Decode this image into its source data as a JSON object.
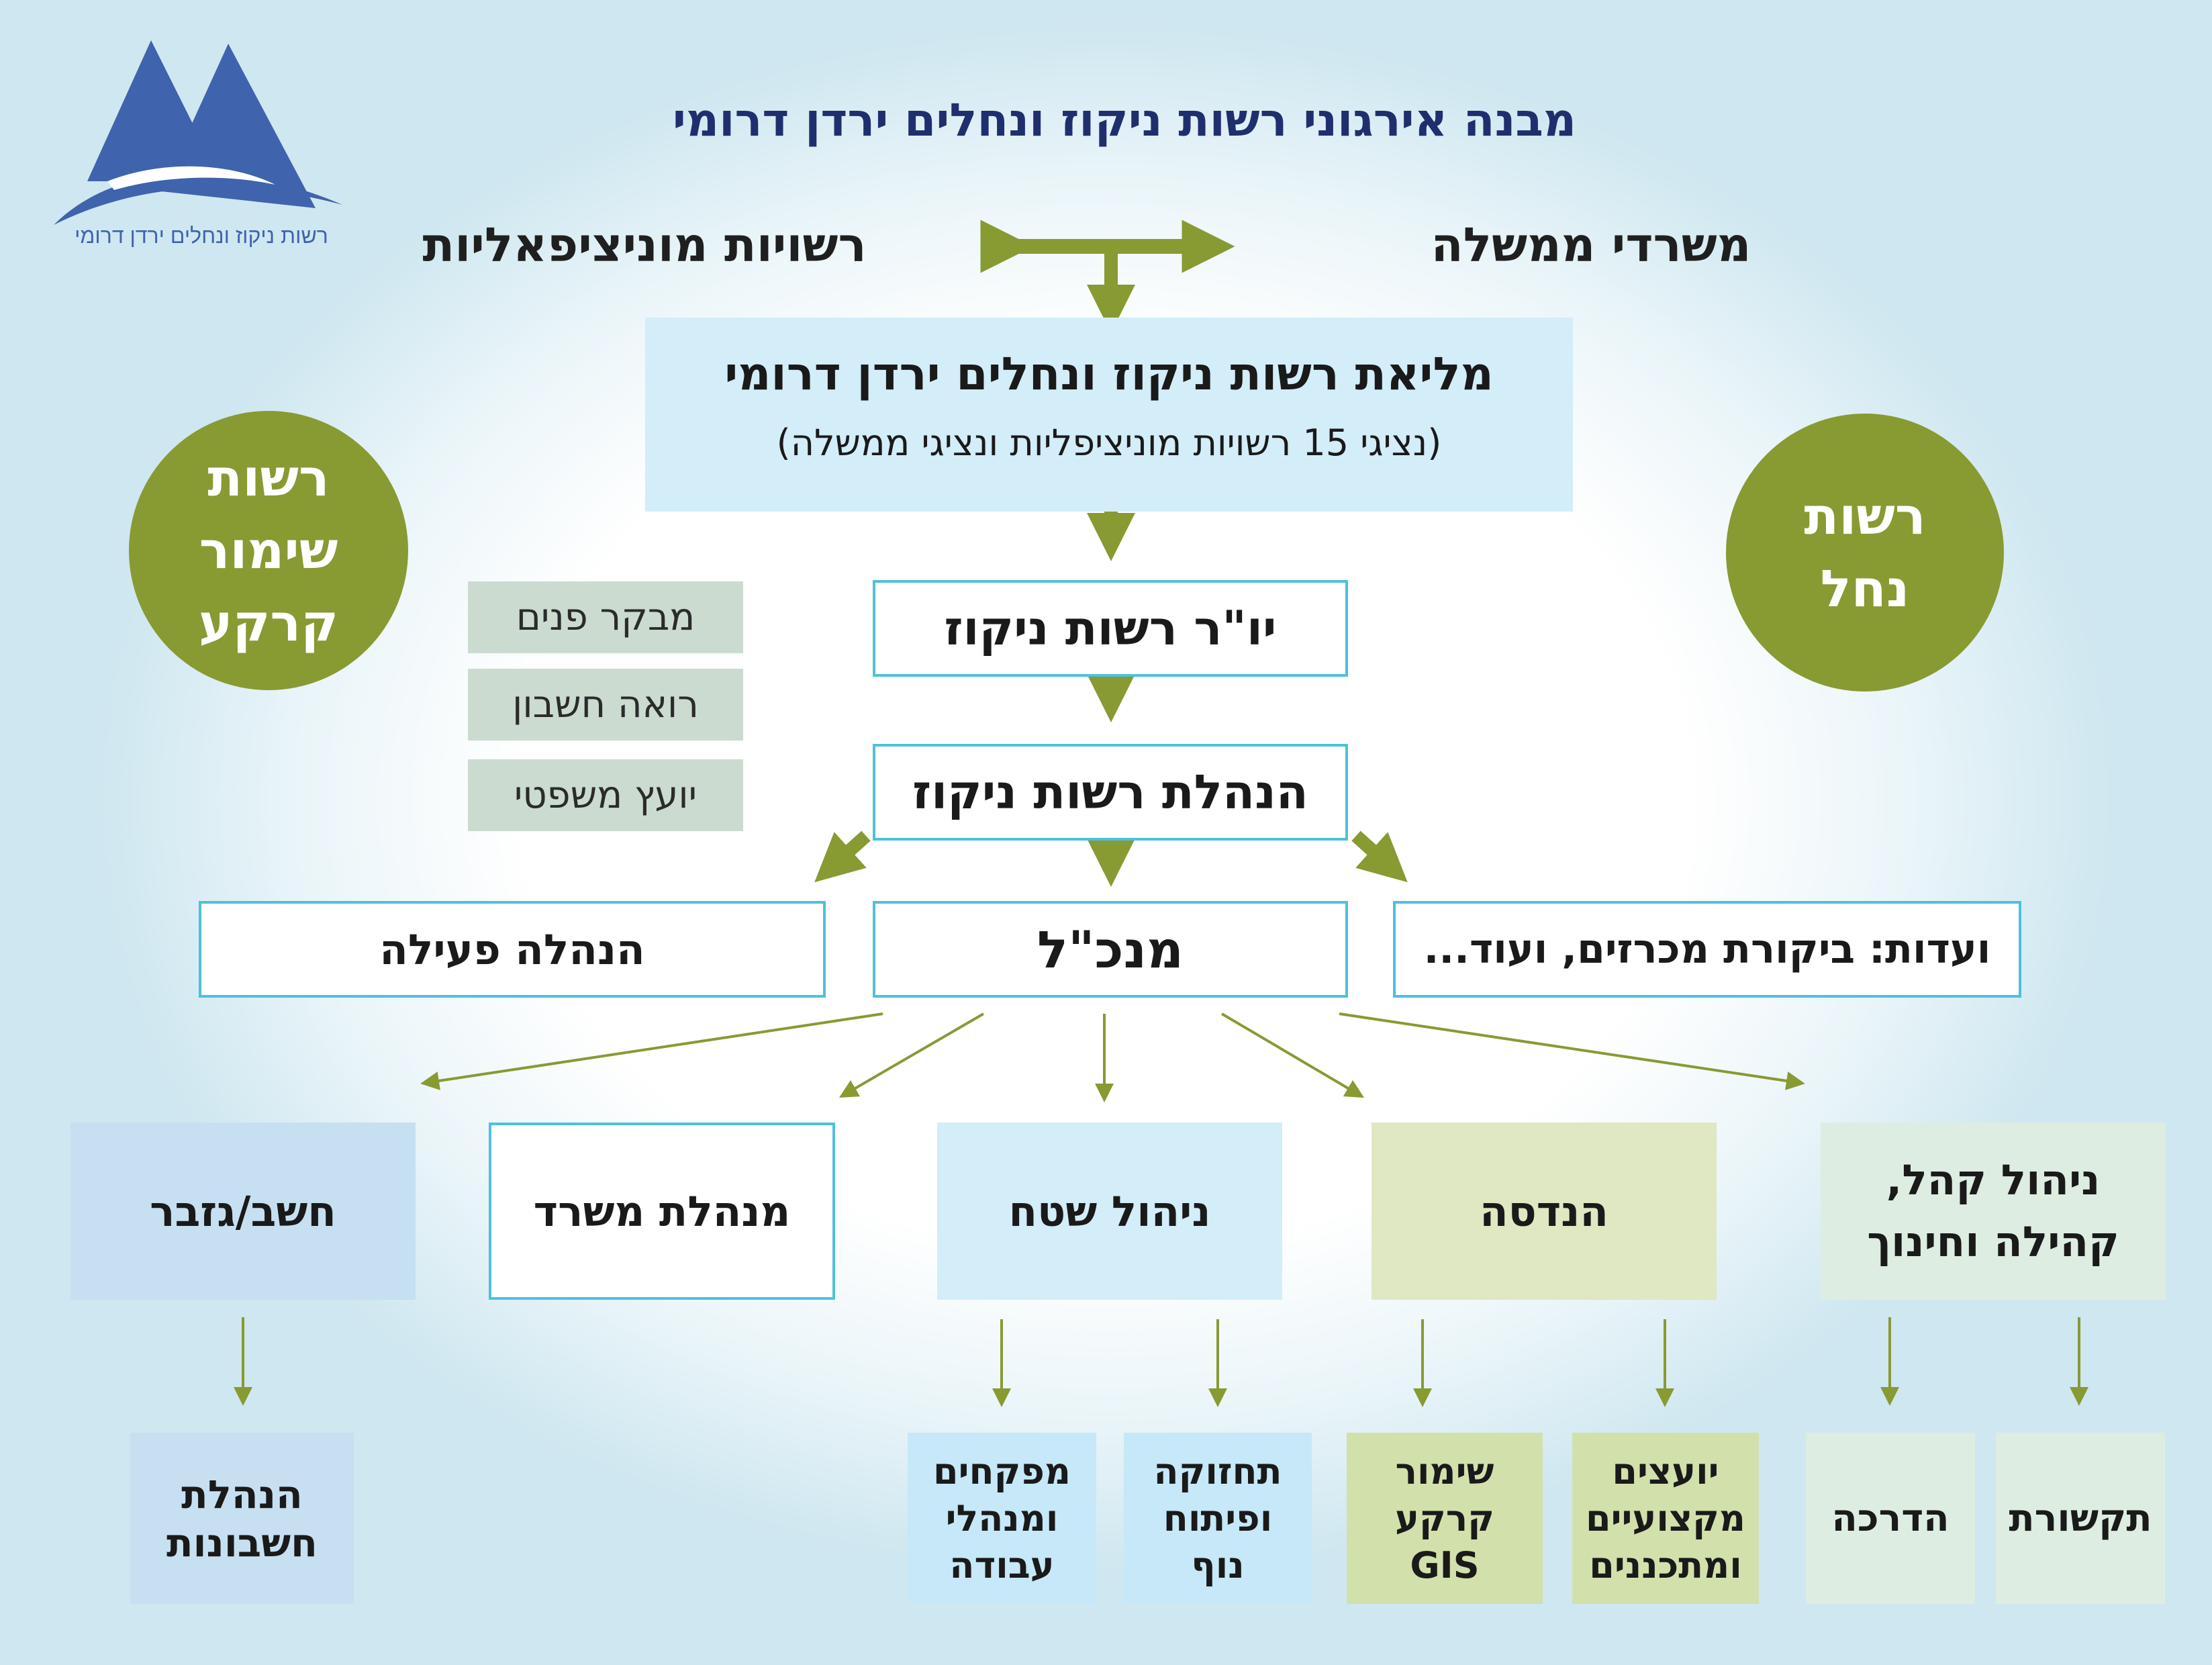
{
  "logo": {
    "caption": "רשות ניקוז ונחלים ירדן דרומי"
  },
  "title": "מבנה אירגוני רשות ניקוז ונחלים ירדן דרומי",
  "top": {
    "left": "רשויות מוניציפאליות",
    "right": "משרדי ממשלה"
  },
  "plenum": {
    "title": "מליאת רשות ניקוז ונחלים ירדן דרומי",
    "subtitle": "(נציגי 15 רשויות מוניציפליות ונציגי ממשלה)"
  },
  "circles": {
    "left": [
      "רשות",
      "שימור",
      "קרקע"
    ],
    "right": [
      "רשות",
      "נחל"
    ]
  },
  "advisors": [
    "מבקר פנים",
    "רואה חשבון",
    "יועץ משפטי"
  ],
  "chairman": "יו\"ר רשות ניקוז",
  "management": "הנהלת רשות ניקוז",
  "ceo": "מנכ\"ל",
  "exec": "הנהלה פעילה",
  "committees": "ועדות: ביקורת מכרזים, ועוד...",
  "departments": {
    "treasurer": "חשב/גזבר",
    "office": "מנהלת משרד",
    "field": "ניהול שטח",
    "engineering": "הנדסה",
    "community": [
      "ניהול קהל,",
      "קהילה וחינוך"
    ]
  },
  "subunits": {
    "accounting": [
      "הנהלת",
      "חשבונות"
    ],
    "inspectors": [
      "מפקחים",
      "ומנהלי",
      "עבודה"
    ],
    "maintenance": [
      "תחזוקה",
      "ופיתוח",
      "נוף"
    ],
    "soil": [
      "שימור",
      "קרקע",
      "GIS"
    ],
    "consultants": [
      "יועצים",
      "מקצועיים",
      "ומתכננים"
    ],
    "guidance": "הדרכה",
    "communication": "תקשורת"
  },
  "colors": {
    "olive": "#889a32",
    "navy": "#1f2f6e",
    "cyan_border": "#4fc0dd",
    "light_blue": "#d3edf9",
    "pale_blue": "#c6e0f2",
    "light_green": "#dfe7c3",
    "pale_green": "#deede2",
    "sage": "#cbdbd0",
    "logo_blue": "#3f63ad"
  }
}
